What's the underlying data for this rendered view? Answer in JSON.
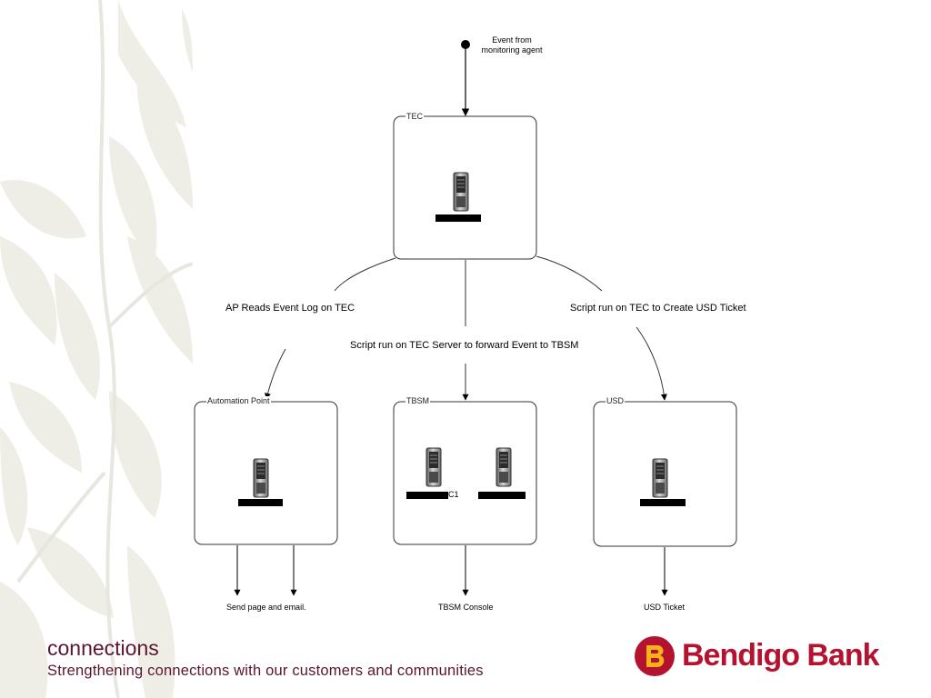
{
  "diagram": {
    "source_label": "Event from\nmonitoring agent",
    "boxes": {
      "tec": {
        "label": "TEC"
      },
      "automation": {
        "label": "Automation Point"
      },
      "tbsm": {
        "label": "TBSM",
        "server_suffix": "C1"
      },
      "usd": {
        "label": "USD"
      }
    },
    "edges": {
      "ap_reads": "AP Reads Event Log on TEC",
      "forward_tbsm": "Script run on TEC Server to forward Event to TBSM",
      "create_ticket": "Script run on TEC to Create USD Ticket"
    },
    "outputs": {
      "page_email": "Send page and email.",
      "tbsm_console": "TBSM Console",
      "usd_ticket": "USD Ticket"
    }
  },
  "footer": {
    "title": "connections",
    "subtitle": "Strengthening connections with our customers and communities",
    "brand": "Bendigo Bank"
  },
  "colors": {
    "brand_red": "#b5122f",
    "footer_text": "#5b1530",
    "leaf_background": "#efeee6"
  },
  "icons": [
    "server-icon",
    "bendigo-logo-icon"
  ]
}
